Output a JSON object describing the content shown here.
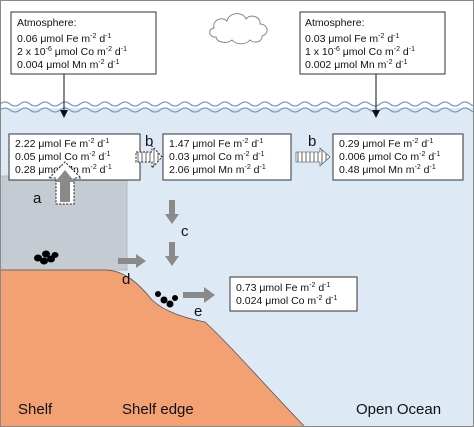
{
  "atmosphere_left": {
    "title": "Atmosphere:",
    "lines": [
      {
        "pre": "0.06 μmol Fe m",
        "e1": "-2",
        "mid": " d",
        "e2": "-1",
        "post": ""
      },
      {
        "pre": "2 x 10",
        "e1": "-6",
        "mid": " μmol Co m",
        "e2": "-2",
        "mid2": " d",
        "e3": "-1"
      },
      {
        "pre": "0.004 μmol Mn m",
        "e1": "-2",
        "mid": " d",
        "e2": "-1",
        "post": ""
      }
    ]
  },
  "atmosphere_right": {
    "title": "Atmosphere:",
    "lines": [
      {
        "pre": "0.03 μmol Fe m",
        "e1": "-2",
        "mid": " d",
        "e2": "-1",
        "post": ""
      },
      {
        "pre": "1 x 10",
        "e1": "-6",
        "mid": " μmol Co m",
        "e2": "-2",
        "mid2": " d",
        "e3": "-1"
      },
      {
        "pre": "0.002 μmol Mn m",
        "e1": "-2",
        "mid": " d",
        "e2": "-1",
        "post": ""
      }
    ]
  },
  "shelf_flux": [
    {
      "pre": "2.22 μmol Fe m",
      "e1": "-2",
      "mid": " d",
      "e2": "-1"
    },
    {
      "pre": "0.05 μmol Co m",
      "e1": "-2",
      "mid": " d",
      "e2": "-1"
    },
    {
      "pre": "0.28 μmol Mn m",
      "e1": "-2",
      "mid": " d",
      "e2": "-1"
    }
  ],
  "edge_flux": [
    {
      "pre": "1.47 μmol Fe m",
      "e1": "-2",
      "mid": " d",
      "e2": "-1"
    },
    {
      "pre": "0.03 μmol Co m",
      "e1": "-2",
      "mid": " d",
      "e2": "-1"
    },
    {
      "pre": "2.06 μmol Mn m",
      "e1": "-2",
      "mid": " d",
      "e2": "-1"
    }
  ],
  "ocean_flux": [
    {
      "pre": "0.29 μmol Fe m",
      "e1": "-2",
      "mid": " d",
      "e2": "-1"
    },
    {
      "pre": "0.006 μmol Co m",
      "e1": "-2",
      "mid": " d",
      "e2": "-1"
    },
    {
      "pre": "0.48 μmol Mn m",
      "e1": "-2",
      "mid": " d",
      "e2": "-1"
    }
  ],
  "deep_flux": [
    {
      "pre": "0.73 μmol Fe m",
      "e1": "-2",
      "mid": " d",
      "e2": "-1"
    },
    {
      "pre": "0.024 μmol Co m",
      "e1": "-2",
      "mid": " d",
      "e2": "-1"
    }
  ],
  "labels": {
    "a": "a",
    "b1": "b",
    "b2": "b",
    "c": "c",
    "d": "d",
    "e": "e"
  },
  "regions": {
    "shelf": "Shelf",
    "edge": "Shelf edge",
    "ocean": "Open Ocean"
  },
  "colors": {
    "sky": "#ffffff",
    "water": "#dde9f4",
    "sediment": "#f3a172",
    "shelf_shade": "#c4cbd3",
    "wave": "#7d9fc6",
    "arrow_gray": "#8a8a8a",
    "particle": "#000000"
  },
  "icons": [
    "cloud-icon",
    "wave-line-icon",
    "sediment-particle-icon"
  ]
}
